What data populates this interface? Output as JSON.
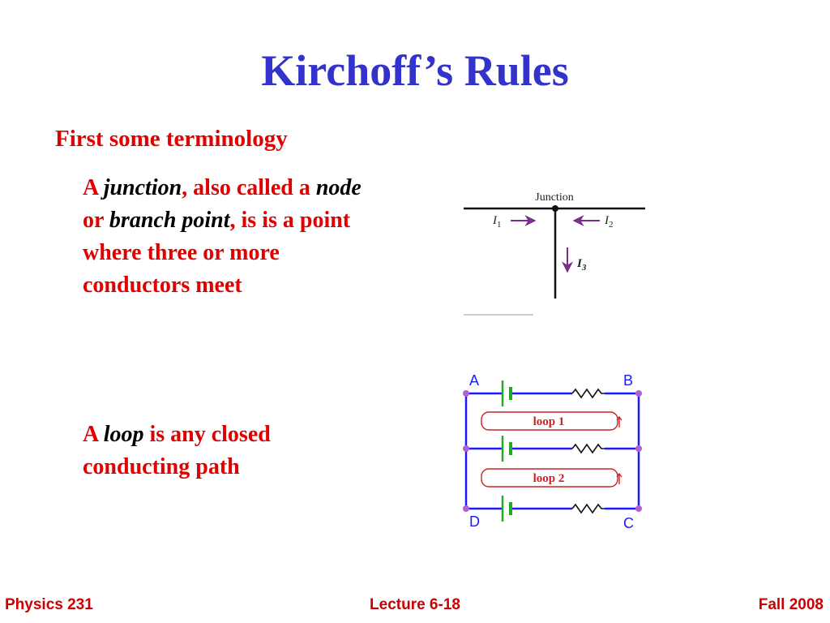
{
  "slide": {
    "title": "Kirchoff’s Rules",
    "subtitle": "First some terminology"
  },
  "junction_def": {
    "a": "A",
    "junction": "junction",
    "comma1": ",",
    "also_called": "also called a",
    "node": "node",
    "or": "or",
    "branch_point": "branch point",
    "comma2": ",",
    "rest": "is is a point where three or more conductors meet"
  },
  "loop_def": {
    "a": "A",
    "loop": "loop",
    "rest": "is any closed conducting path"
  },
  "junction_figure": {
    "label": "Junction",
    "i1": "I",
    "i1_sub": "1",
    "i2": "I",
    "i2_sub": "2",
    "i3": "I",
    "i3_sub": "3",
    "arrow_color": "#7b2d8b"
  },
  "loop_figure": {
    "corner_a": "A",
    "corner_b": "B",
    "corner_c": "C",
    "corner_d": "D",
    "loop1": "loop 1",
    "loop2": "loop 2",
    "wire_color": "#1a1aff",
    "battery_color": "#22aa22",
    "node_color": "#b060d0"
  },
  "footer": {
    "left": "Physics 231",
    "center": "Lecture 6-18",
    "right": "Fall 2008"
  }
}
